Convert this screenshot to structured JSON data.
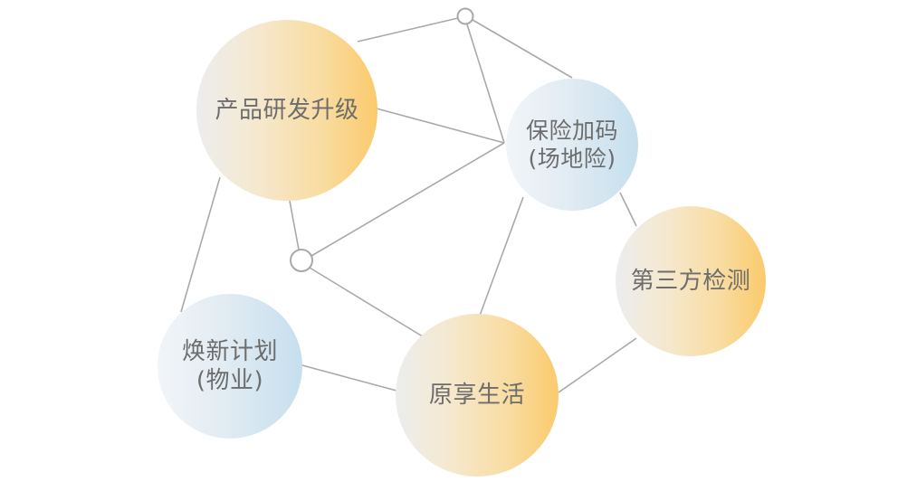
{
  "diagram": {
    "type": "network",
    "colors": {
      "line": "#a9a9a9",
      "text": "#6d6d6d",
      "warm_gradient": [
        "#ecedee",
        "#fbca6c"
      ],
      "cool_gradient": [
        "#f2f5f8",
        "#c6dfee"
      ]
    },
    "nodes": [
      {
        "id": "product-rd",
        "label": "产品研发升级",
        "style": "warm"
      },
      {
        "id": "insurance",
        "label": "保险加码\n(场地险)",
        "style": "cool"
      },
      {
        "id": "third-party",
        "label": "第三方检测",
        "style": "warm"
      },
      {
        "id": "renewal",
        "label": "焕新计划\n(物业)",
        "style": "cool"
      },
      {
        "id": "enjoy-life",
        "label": "原享生活",
        "style": "warm"
      }
    ],
    "hubs": [
      "top-hub",
      "middle-hub"
    ]
  }
}
